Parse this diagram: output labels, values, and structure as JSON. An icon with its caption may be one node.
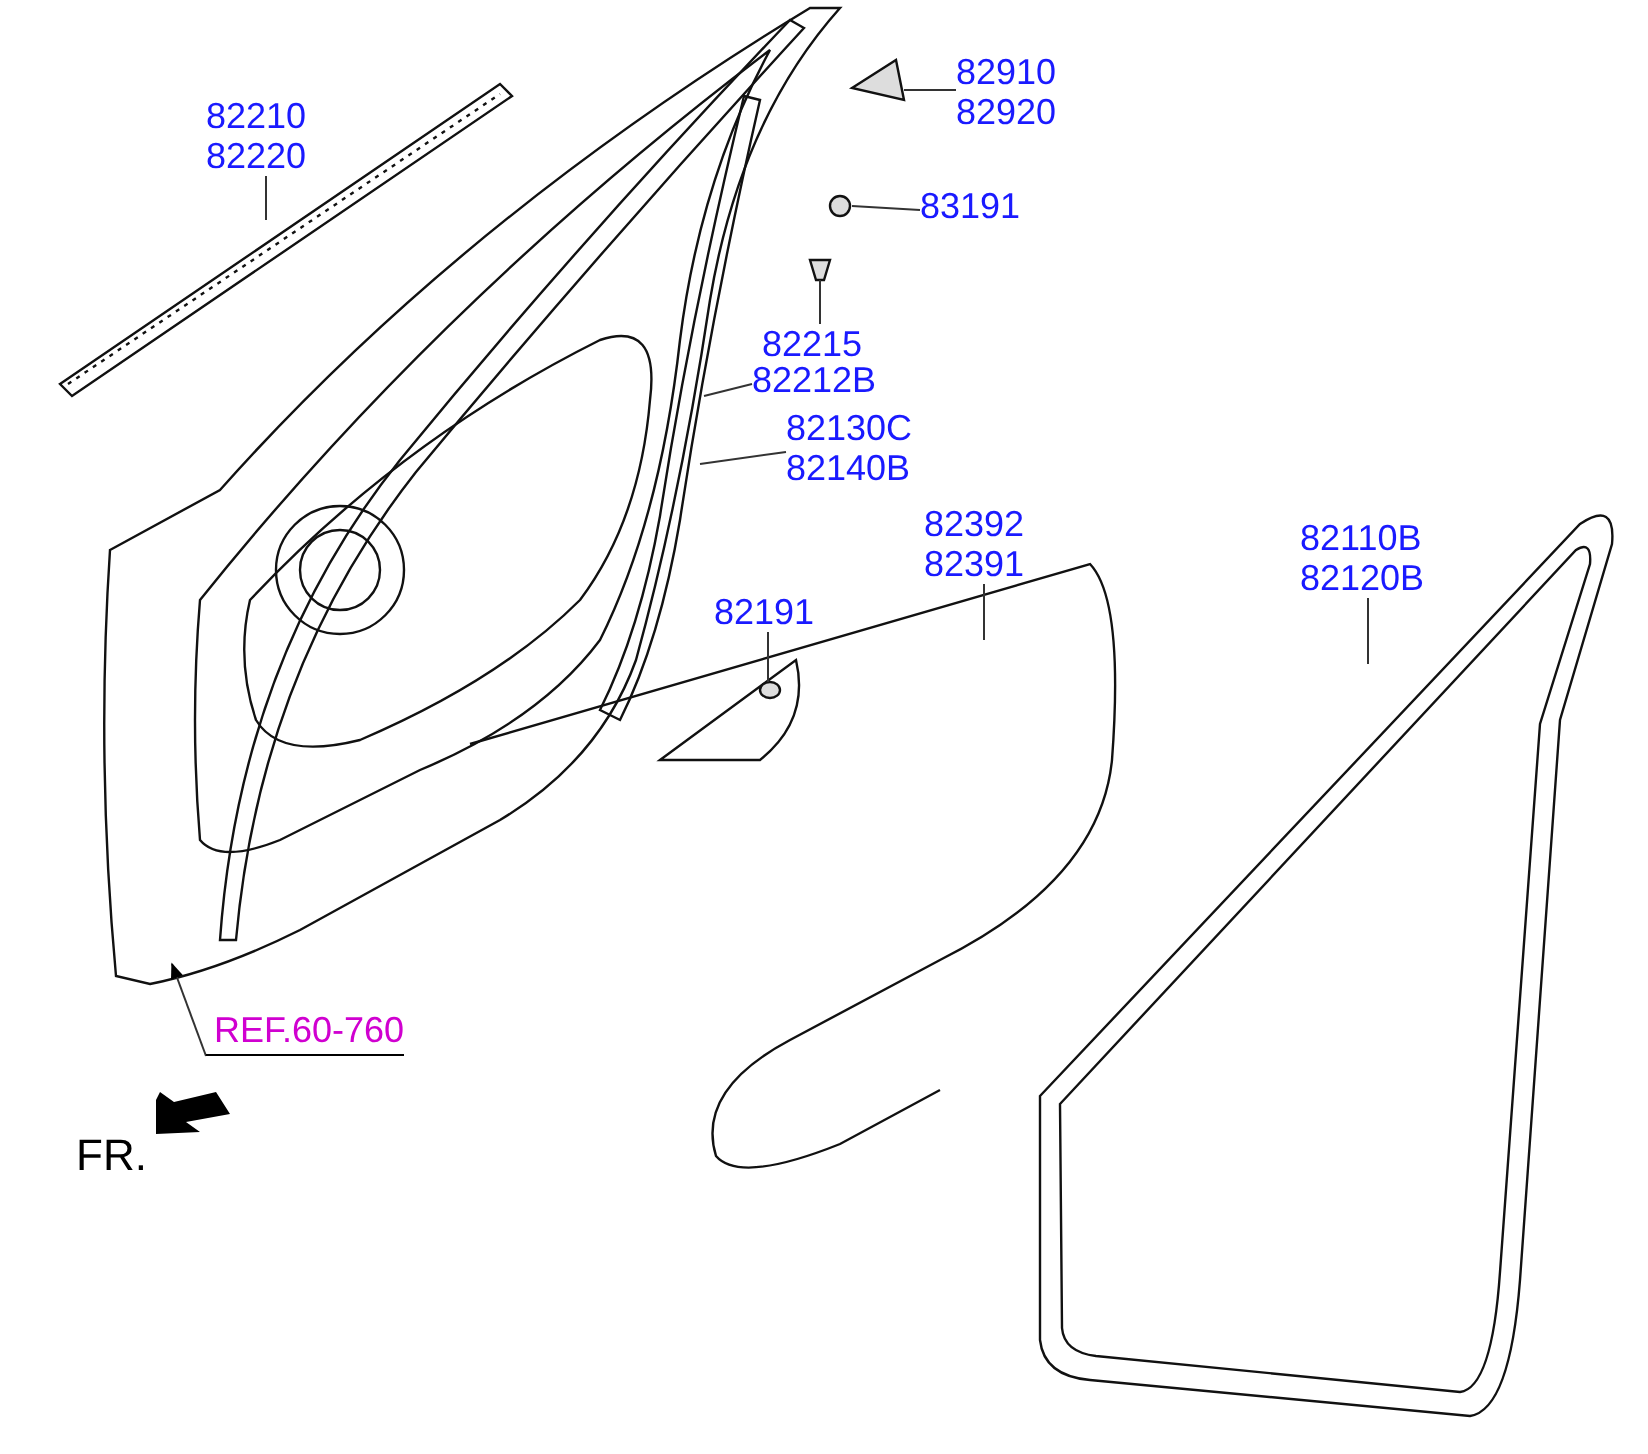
{
  "diagram": {
    "nodes": [
      {
        "text": [
          "82210",
          "82220"
        ]
      },
      {
        "text": [
          "82910",
          "82920"
        ]
      },
      {
        "text": [
          "83191"
        ]
      },
      {
        "text": [
          "82215"
        ]
      },
      {
        "text": [
          "82212B"
        ]
      },
      {
        "text": [
          "82130C",
          "82140B"
        ]
      },
      {
        "text": [
          "82392",
          "82391"
        ]
      },
      {
        "text": [
          "82191"
        ]
      },
      {
        "text": [
          "82110B",
          "82120B"
        ]
      },
      {
        "text": [
          "REF.60-760"
        ]
      }
    ],
    "edges": [
      {
        "from": 0,
        "to": null,
        "arrow": "none"
      },
      {
        "from": 1,
        "to": null,
        "arrow": "none"
      },
      {
        "from": 2,
        "to": null,
        "arrow": "none"
      },
      {
        "from": 3,
        "to": null,
        "arrow": "none"
      },
      {
        "from": 4,
        "to": null,
        "arrow": "none"
      },
      {
        "from": 5,
        "to": null,
        "arrow": "none"
      },
      {
        "from": 6,
        "to": null,
        "arrow": "none"
      },
      {
        "from": 7,
        "to": null,
        "arrow": "none"
      },
      {
        "from": 8,
        "to": null,
        "arrow": "none"
      },
      {
        "from": 9,
        "to": null,
        "arrow": "to"
      }
    ],
    "labels": [
      "FR."
    ]
  }
}
